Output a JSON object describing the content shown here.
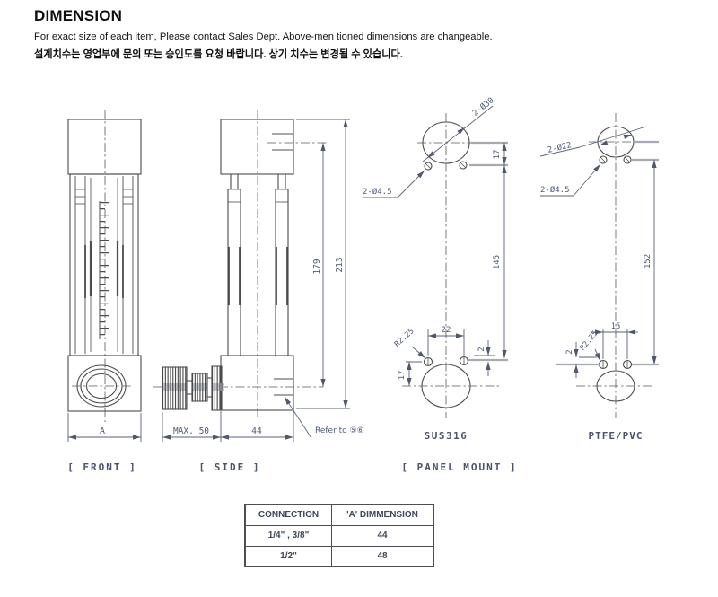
{
  "header": {
    "title": "DIMENSION",
    "subtitle_en": "For exact size of each item, Please contact Sales Dept. Above-men tioned dimensions are changeable.",
    "subtitle_ko": "설계치수는 영업부에 문의 또는 승인도를 요청 바랍니다. 상기 치수는 변경될 수 있습니다."
  },
  "drawing": {
    "front": {
      "label": "[ FRONT ]",
      "dim_a": "A"
    },
    "side": {
      "label": "[ SIDE ]",
      "dim_max50": "MAX. 50",
      "dim_44": "44",
      "dim_179": "179",
      "dim_213": "213",
      "refer_note": "Refer to ⑤⑥"
    },
    "panel_label": "[ PANEL MOUNT ]",
    "sus": {
      "label": "SUS316",
      "dim_2d30": "2-Ø30",
      "dim_2d45": "2-Ø4.5",
      "dim_17_top": "17",
      "dim_145": "145",
      "dim_22": "22",
      "dim_r225": "R2.25",
      "dim_2": "2",
      "dim_17_bottom": "17"
    },
    "ptfe": {
      "label": "PTFE/PVC",
      "dim_2d22": "2-Ø22",
      "dim_2d45": "2-Ø4.5",
      "dim_152": "152",
      "dim_15": "15",
      "dim_r225": "R2.25",
      "dim_2": "2"
    }
  },
  "table": {
    "headers": [
      "CONNECTION",
      "'A' DIMMENSION"
    ],
    "rows": [
      {
        "connection": "1/4\" , 3/8\"",
        "a_dimension": "44"
      },
      {
        "connection": "1/2\"",
        "a_dimension": "48"
      }
    ]
  },
  "colors": {
    "drawing_line": "#4c4c4c",
    "dimension_line": "#5b6273",
    "dimension_text": "#4d5a78",
    "scan_gray": "#a6abb2",
    "text": "#0d0d0d"
  }
}
